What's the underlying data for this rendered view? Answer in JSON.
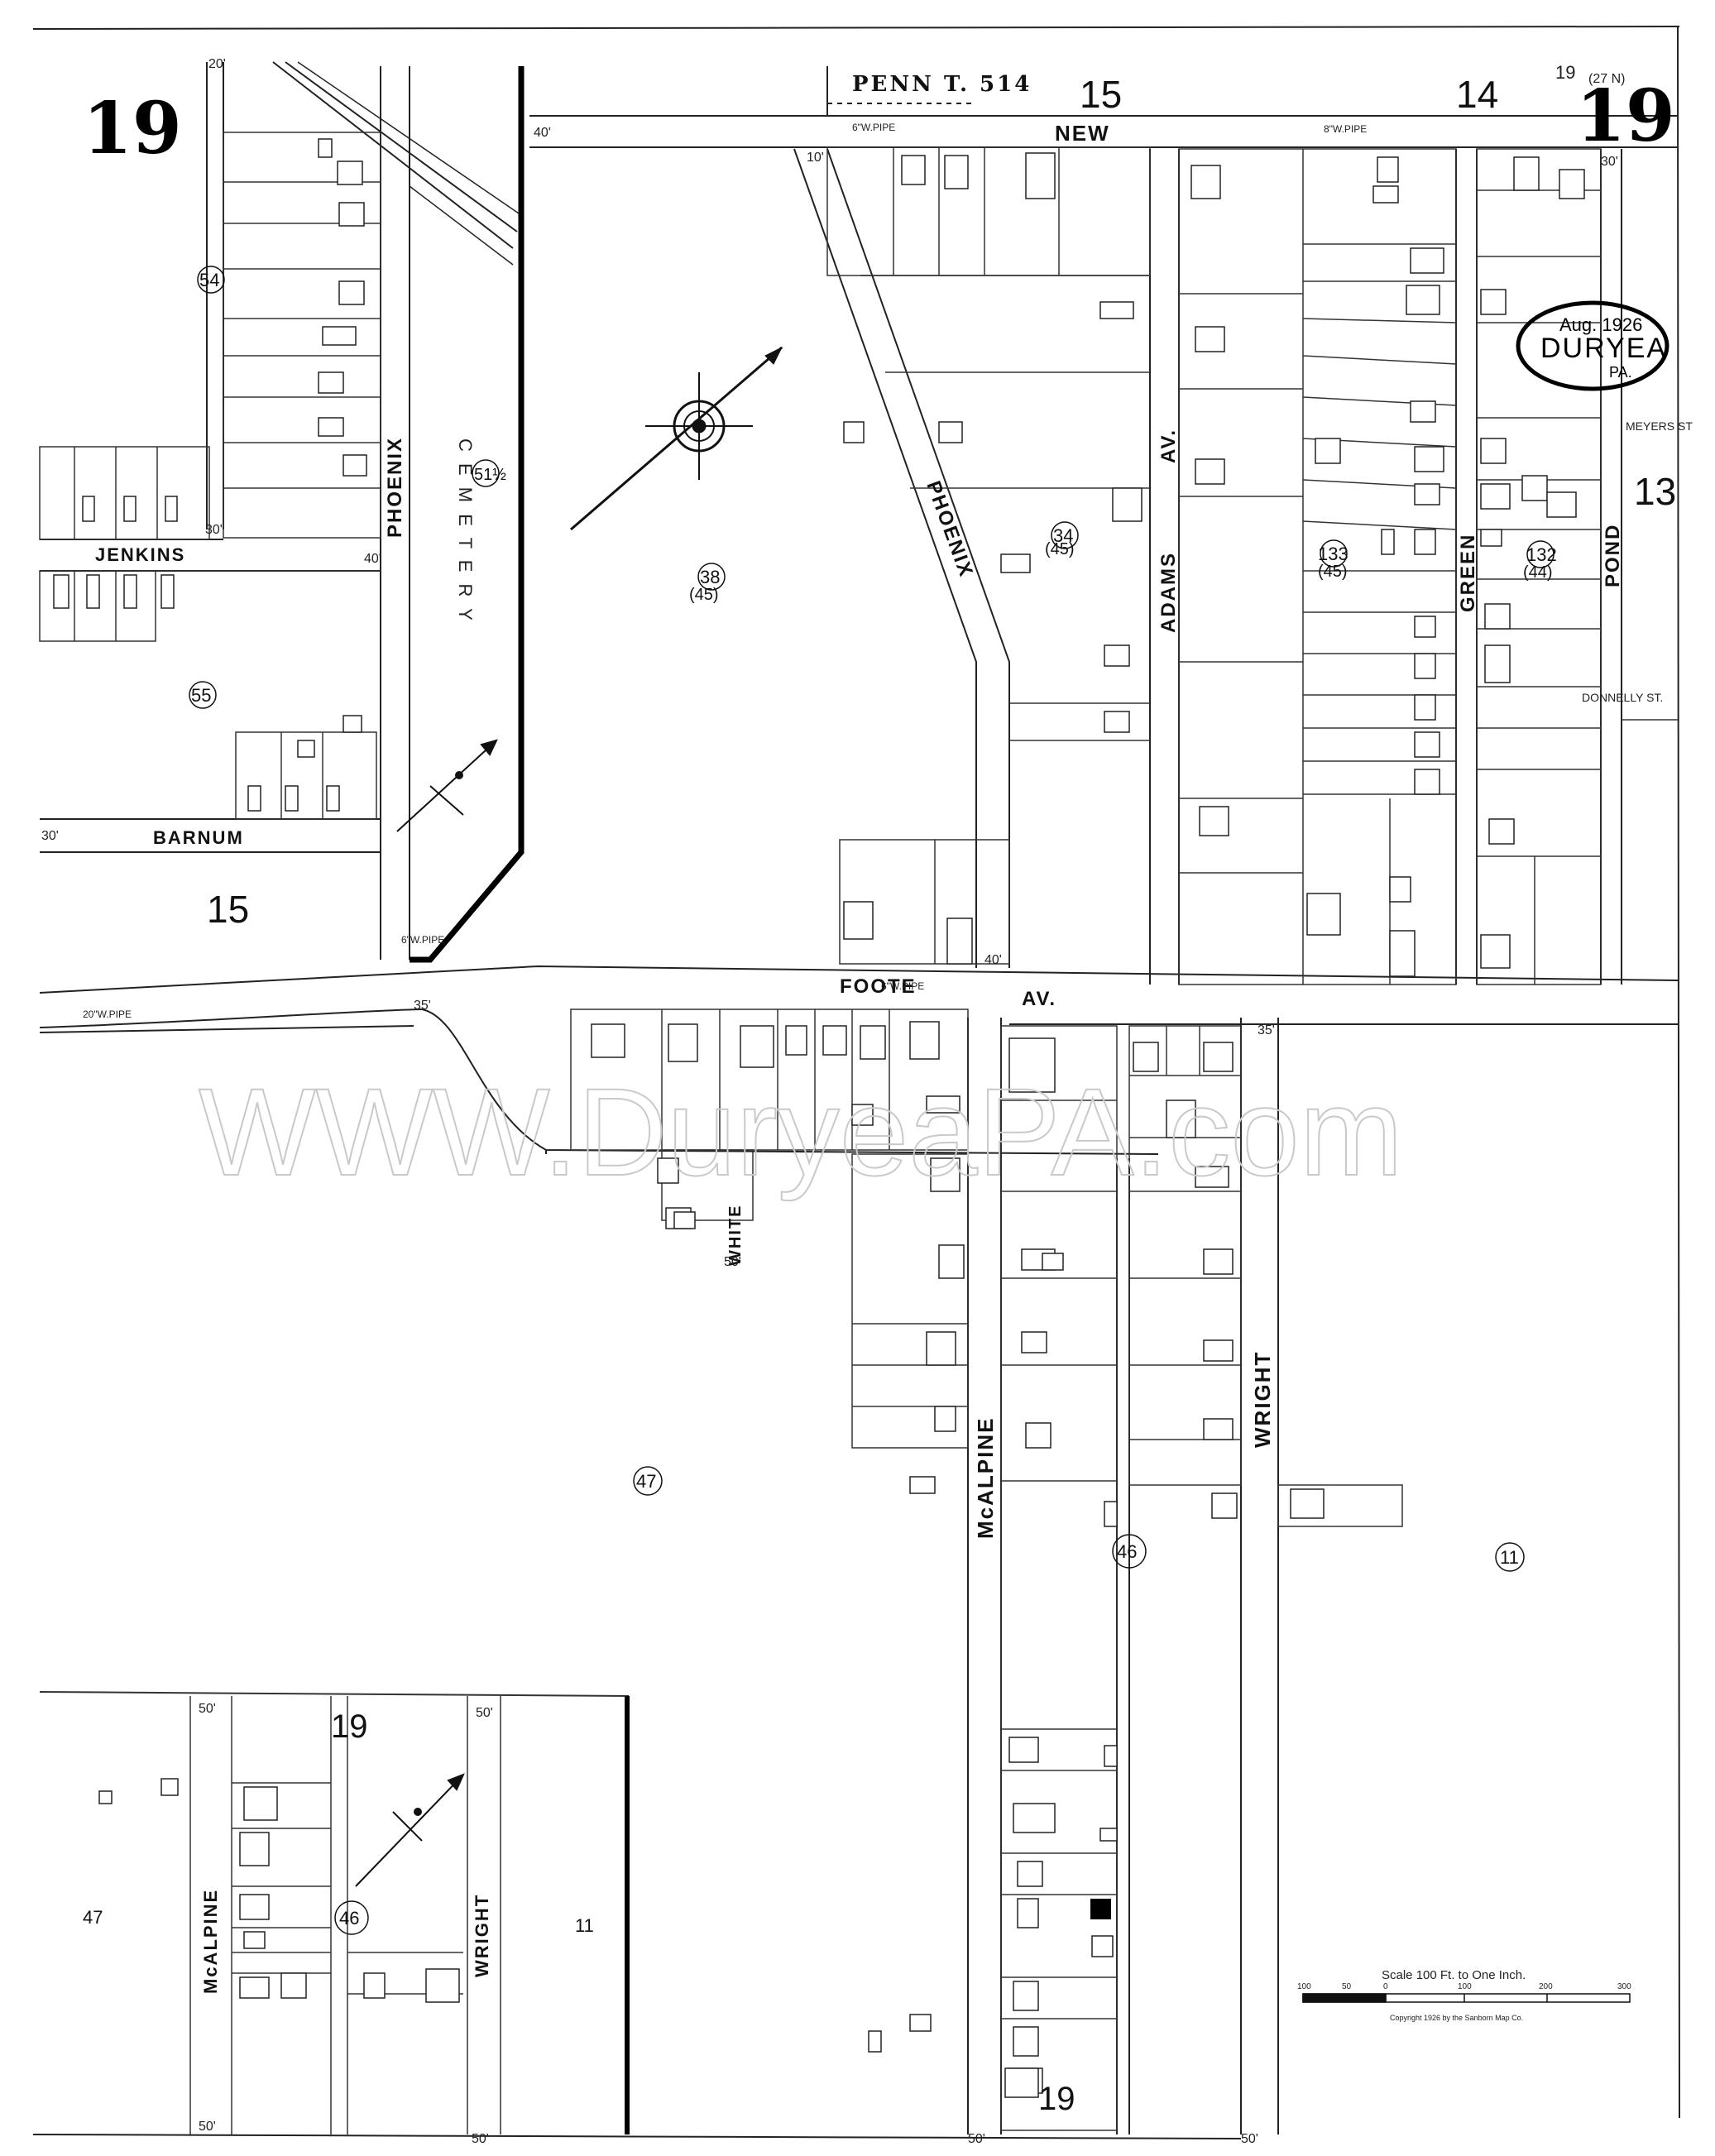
{
  "map": {
    "sheet_number_left": "19",
    "sheet_number_right": "19",
    "header_rail": "PENN T. 514",
    "adjacent_sheets": [
      "15",
      "14",
      "13",
      "15"
    ],
    "top_right_ref": "19",
    "top_right_ref_2": "(27 N)",
    "streets": {
      "new": "NEW",
      "phoenix_west": "PHOENIX",
      "phoenix_east": "PHOENIX",
      "cemetery": "C E M E T E R Y",
      "adams": "ADAMS",
      "av": "AV.",
      "green": "GREEN",
      "pond": "POND",
      "meyers": "MEYERS ST",
      "donnelly": "DONNELLY ST.",
      "jenkins": "JENKINS",
      "barnum": "BARNUM",
      "foote": "FOOTE",
      "foote_av": "AV.",
      "white": "WHITE",
      "mcalpine": "McALPINE",
      "wright": "WRIGHT",
      "inset_mcalpine": "McALPINE",
      "inset_wright": "WRIGHT"
    },
    "block_numbers": {
      "b54": "54",
      "b51": "51½",
      "b55": "55",
      "b38": "38",
      "b38_old": "(45)",
      "b34": "34",
      "b34_old": "(45)",
      "b133": "133",
      "b133_old": "(45)",
      "b132": "132",
      "b132_old": "(44)",
      "b47": "47",
      "b46": "46",
      "b11": "11",
      "inset_47": "47",
      "inset_46": "46",
      "inset_11": "11",
      "inset_sheet": "19",
      "bottom_sheet": "19"
    },
    "stamp": {
      "date": "Aug. 1926",
      "town": "DURYEA",
      "state": "PA."
    },
    "scale": {
      "title": "Scale 100 Ft. to One Inch.",
      "ticks": [
        "100",
        "50",
        "0",
        "100",
        "200",
        "300"
      ],
      "copyright": "Copyright 1926 by the Sanborn Map Co."
    },
    "watermark": "WWW.DuryeaPA.com",
    "widths": {
      "w40a": "40'",
      "w40b": "40'",
      "w40c": "40'",
      "w30a": "30'",
      "w30b": "30'",
      "w20": "20'",
      "w35a": "35'",
      "w35b": "35'",
      "w50a": "50'",
      "w50b": "50'",
      "w50c": "50'",
      "w50d": "50'",
      "w50e": "50'",
      "w50f": "50'",
      "w50g": "50'",
      "w30c": "30'",
      "w10": "10'"
    },
    "pipe_labels": {
      "p1": "6\"W.PIPE",
      "p2": "8\"W.PIPE",
      "p3": "6\"W.PIPE",
      "p4": "20\"W.PIPE",
      "p5": "6\"W.PIPE"
    }
  }
}
